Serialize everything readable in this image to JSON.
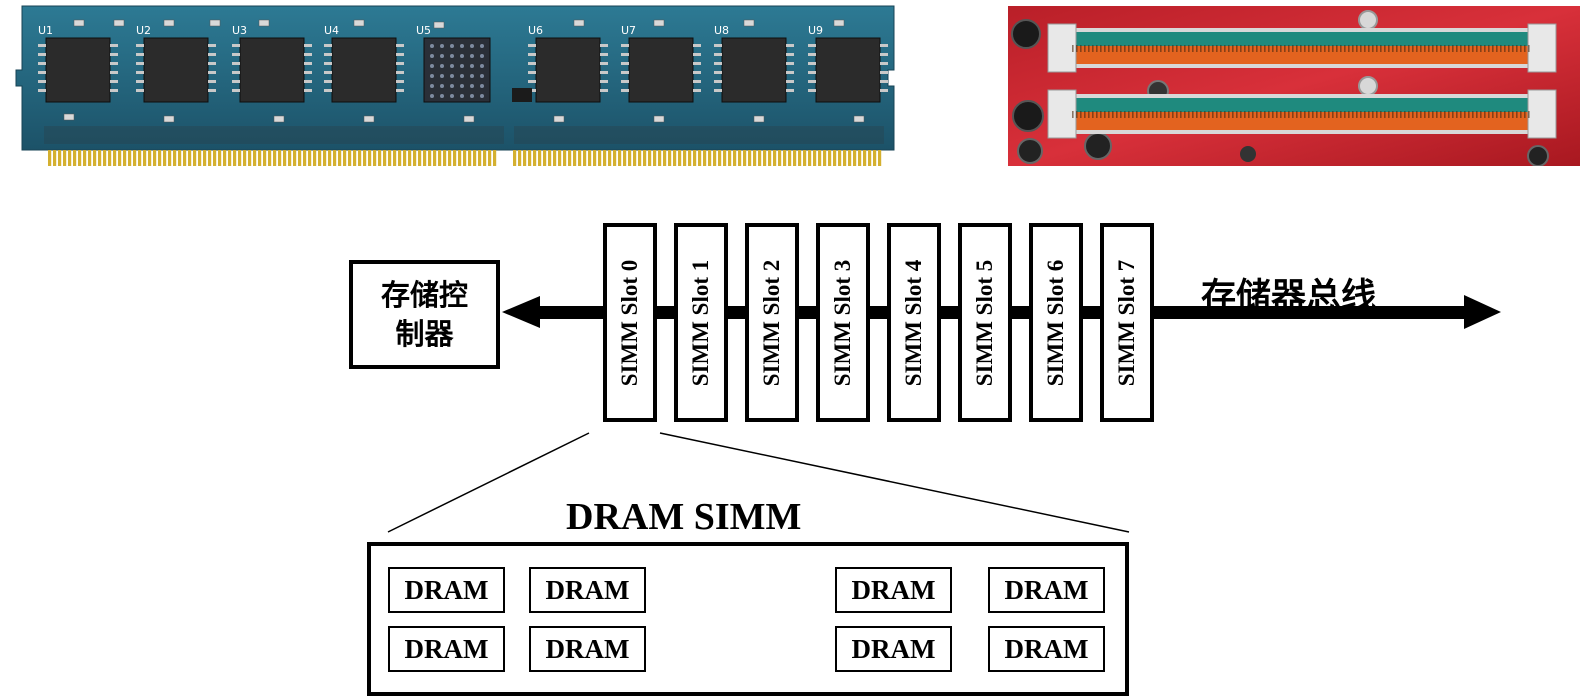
{
  "diagram": {
    "controller_label_line1": "存储控",
    "controller_label_line2": "制器",
    "bus_label": "存储器总线",
    "slots": [
      "SIMM Slot 0",
      "SIMM Slot 1",
      "SIMM Slot 2",
      "SIMM Slot 3",
      "SIMM Slot 4",
      "SIMM Slot 5",
      "SIMM Slot 6",
      "SIMM Slot 7"
    ],
    "simm_title": "DRAM SIMM",
    "dram_chips": [
      "DRAM",
      "DRAM",
      "DRAM",
      "DRAM",
      "DRAM",
      "DRAM",
      "DRAM",
      "DRAM"
    ],
    "ellipsis_color": "#7a0000",
    "module_chip_labels": [
      "U1",
      "U2",
      "U3",
      "U4",
      "U5",
      "U6",
      "U7",
      "U8",
      "U9"
    ]
  },
  "colors": {
    "pcb_green": "#1f5f7a",
    "gold_contacts": "#d4b030",
    "board_red": "#c8202a",
    "slot_teal": "#1f8a7e",
    "slot_orange": "#e3631f"
  }
}
